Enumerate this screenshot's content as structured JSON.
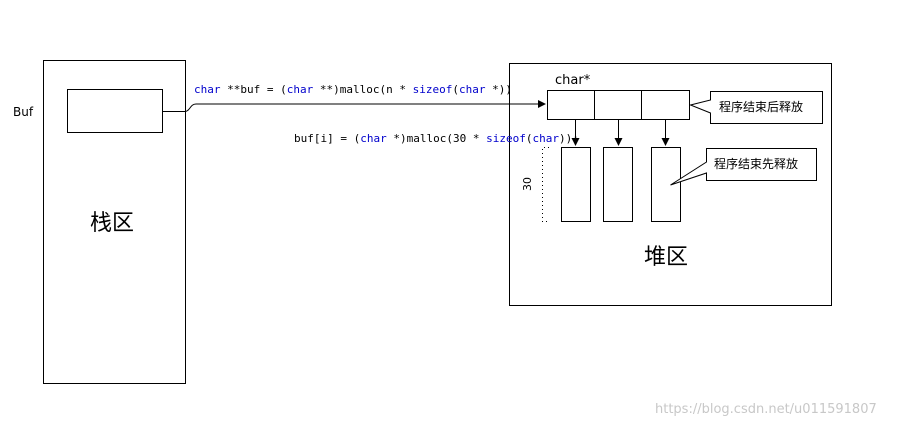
{
  "stack": {
    "var_label": "Buf",
    "region_label": "栈区"
  },
  "heap": {
    "region_label": "堆区",
    "pointer_array_type": "char*",
    "element_length": "30",
    "callout_array": "程序结束后释放",
    "callout_elements": "程序结束先释放"
  },
  "code": {
    "line1": {
      "kw1": "char",
      "t1": " **buf = (",
      "kw2": "char",
      "t2": " **)malloc(n * ",
      "kw3": "sizeof",
      "t3": "(",
      "kw4": "char",
      "t4": " *))"
    },
    "line2": {
      "t1": "buf[i] = (",
      "kw1": "char",
      "t2": " *)malloc(30 * ",
      "kw2": "sizeof",
      "t3": "(",
      "kw3": "char",
      "t4": "));"
    }
  },
  "watermark": "https://blog.csdn.net/u011591807"
}
